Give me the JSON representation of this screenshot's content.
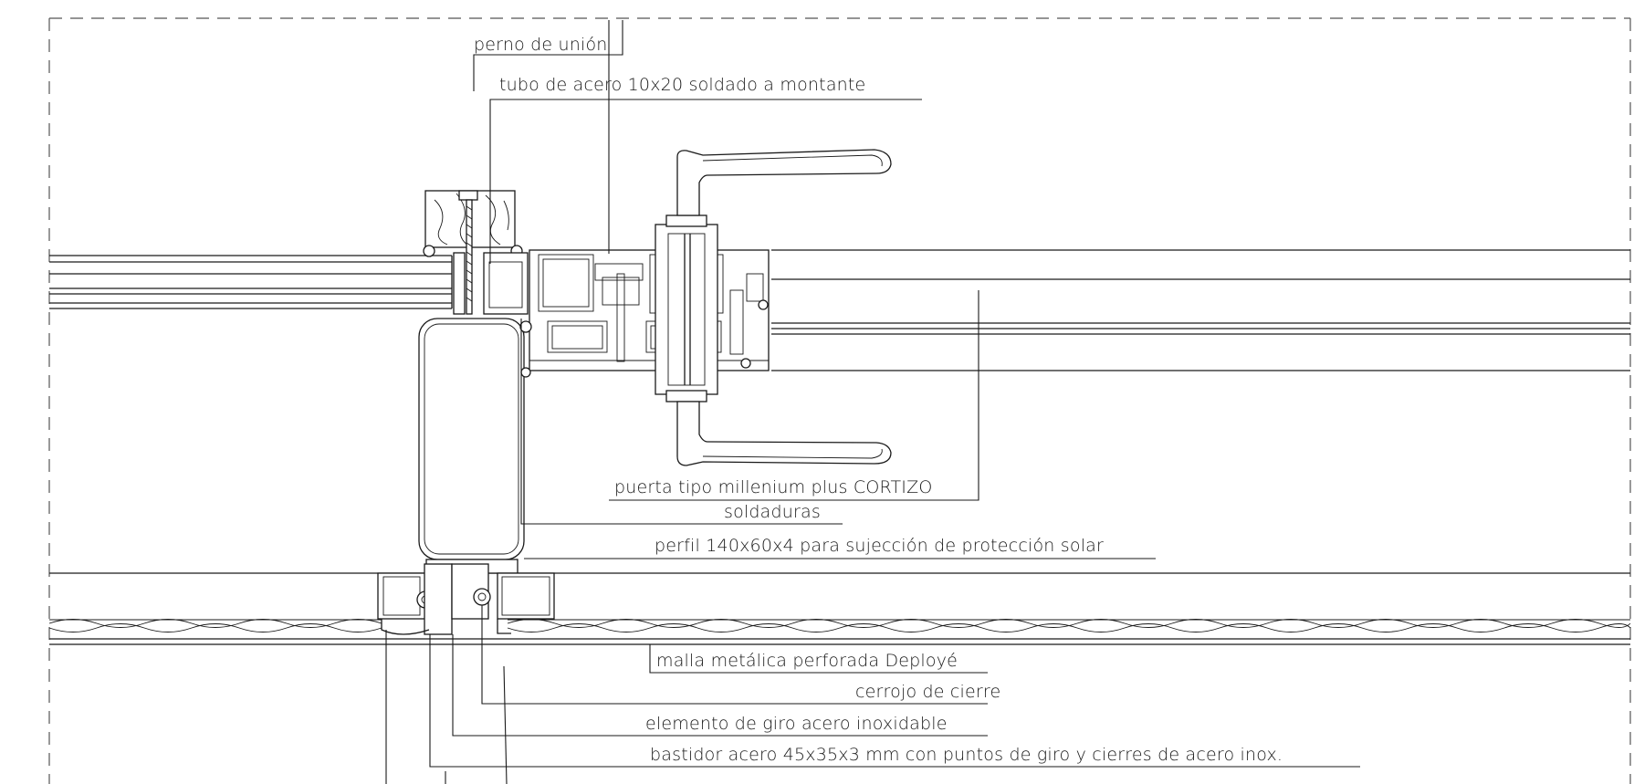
{
  "drawing": {
    "annotations": [
      {
        "id": "perno",
        "text": "perno de unión"
      },
      {
        "id": "tubo",
        "text": "tubo  de acero 10x20 soldado a montante"
      },
      {
        "id": "puerta",
        "text": "puerta tipo millenium plus CORTIZO"
      },
      {
        "id": "soldaduras",
        "text": "soldaduras"
      },
      {
        "id": "perfil",
        "text": "perfil 140x60x4 para sujección de protección solar"
      },
      {
        "id": "malla",
        "text": "malla metálica perforada Deployé"
      },
      {
        "id": "cerrojo",
        "text": "cerrojo de cierre"
      },
      {
        "id": "elemento",
        "text": "elemento de giro acero inoxidable"
      },
      {
        "id": "bastidor",
        "text": "bastidor acero 45x35x3 mm  con puntos de giro y cierres de acero inox."
      }
    ]
  }
}
